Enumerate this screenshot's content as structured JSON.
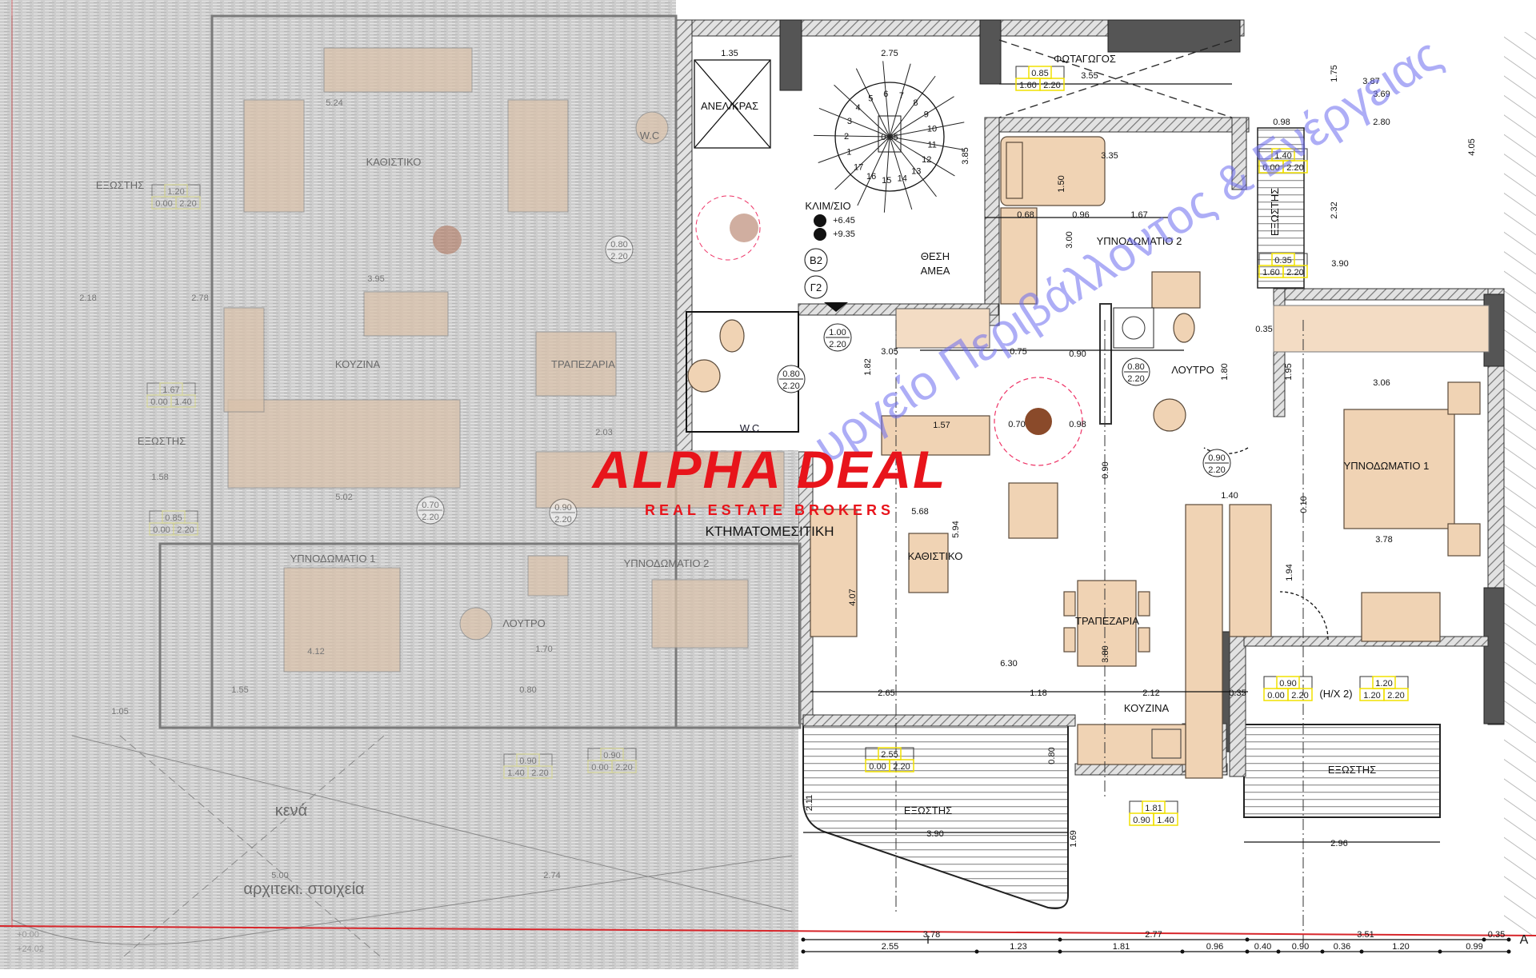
{
  "logo": {
    "name": "ALPHA DEAL",
    "tagline": "REAL ESTATE BROKERS",
    "subtitle": "ΚΤΗΜΑΤΟΜΕΣΙΤΙΚΗ",
    "color": "#e8141b"
  },
  "watermark": {
    "text": "υργείο Περιβάλλοντος & Ενέργειας",
    "color": "#6b6bf0"
  },
  "rooms_left": {
    "living": "ΚΑΘΙΣΤΙΚΟ",
    "kitchen": "ΚΟΥΖΙΝΑ",
    "dining": "ΤΡΑΠΕΖΑΡΙΑ",
    "balcony_top": "ΕΞΩΣΤΗΣ",
    "balcony": "ΕΞΩΣΤΗΣ",
    "bedroom1": "ΥΠΝΟΔΩΜΑΤΙΟ 1",
    "bedroom2": "ΥΠΝΟΔΩΜΑΤΙΟ 2",
    "bath": "ΛΟΥΤΡΟ",
    "wc": "W.C",
    "void": "κενά",
    "arch": "αρχιτεκι. στοιχεία"
  },
  "rooms_right": {
    "lift": "ΑΝΕΛ/ΚΡΑΣ",
    "wc": "W.C",
    "stair": "ΚΛΙΜ/ΣΙΟ",
    "accessible_1": "ΘΕΣΗ",
    "accessible_2": "ΑΜΕΑ",
    "lightwell": "ΦΩΤΑΓΩΓΟΣ",
    "bedroom2": "ΥΠΝΟΔΩΜΑΤΙΟ 2",
    "bath": "ΛΟΥΤΡΟ",
    "bedroom1": "ΥΠΝΟΔΩΜΑΤΙΟ 1",
    "living": "ΚΑΘΙΣΤΙΚΟ",
    "dining": "ΤΡΑΠΕΖΑΡΙΑ",
    "kitchen": "ΚΟΥΖΙΝΑ",
    "balcony_left": "ΕΞΩΣΤΗΣ",
    "balcony_right": "ΕΞΩΣΤΗΣ",
    "balcony_side": "ΕΞΩΣΤΗΣ",
    "hx": "(Η/Χ 2)"
  },
  "levels": {
    "stair_level_1": "+6.45",
    "stair_level_2": "+9.35",
    "marker_b": "B2",
    "marker_g": "Γ2",
    "base_1": "+0.00",
    "base_2": "+24.02",
    "axis": "A"
  },
  "stair_steps": [
    "1",
    "2",
    "3",
    "4",
    "5",
    "6",
    "7",
    "8",
    "9",
    "10",
    "11",
    "12",
    "13",
    "14",
    "15",
    "16",
    "17"
  ],
  "stair_core": "0.35",
  "openings": [
    {
      "width": "0.85",
      "sill": "1.60",
      "height": "2.20"
    },
    {
      "width": "1.40",
      "sill": "0.00",
      "height": "2.20"
    },
    {
      "width": "0.35",
      "sill": "1.60",
      "height": "2.20"
    },
    {
      "width": "0.90",
      "sill": "0.00",
      "height": "2.20"
    },
    {
      "width": "1.20",
      "sill": "1.20",
      "height": "2.20"
    },
    {
      "width": "2.55",
      "sill": "0.00",
      "height": "2.20"
    },
    {
      "width": "1.81",
      "sill": "0.90",
      "height": "1.40"
    },
    {
      "width": "1.20",
      "sill": "0.00",
      "height": "2.20"
    },
    {
      "width": "1.67",
      "sill": "0.00",
      "height": "1.40"
    },
    {
      "width": "0.85",
      "sill": "0.00",
      "height": "2.20"
    },
    {
      "width": "0.90",
      "sill": "1.40",
      "height": "2.20"
    },
    {
      "width": "0.90",
      "sill": "0.00",
      "height": "2.20"
    }
  ],
  "doors": [
    {
      "width": "1.00",
      "height": "2.20"
    },
    {
      "width": "0.80",
      "height": "2.20"
    },
    {
      "width": "0.80",
      "height": "2.20"
    },
    {
      "width": "0.90",
      "height": "2.20"
    },
    {
      "width": "0.80",
      "height": "2.20"
    },
    {
      "width": "0.70",
      "height": "2.20"
    },
    {
      "width": "0.90",
      "height": "2.20"
    }
  ],
  "dimensions": {
    "interior": [
      "1.35",
      "2.75",
      "3.55",
      "3.35",
      "3.87",
      "3.69",
      "0.98",
      "2.80",
      "4.05",
      "1.75",
      "2.32",
      "3.90",
      "0.68",
      "0.96",
      "1.67",
      "3.06",
      "1.95",
      "1.80",
      "3.05",
      "0.75",
      "0.90",
      "0.35",
      "1.57",
      "0.70",
      "0.98",
      "5.68",
      "5.94",
      "4.07",
      "1.82",
      "1.40",
      "3.78",
      "0.10",
      "0.90",
      "3.80",
      "6.30",
      "2.65",
      "1.18",
      "2.12",
      "0.35",
      "3.90",
      "2.96",
      "2.11",
      "1.69",
      "0.80",
      "1.94",
      "1.50",
      "3.00",
      "3.85"
    ],
    "interior_left": [
      "5.24",
      "3.95",
      "2.18",
      "2.78",
      "2.03",
      "5.02",
      "1.58",
      "1.70",
      "0.80",
      "1.55",
      "4.12",
      "1.05",
      "5.00",
      "2.74"
    ],
    "bottom_row_1": [
      "3.78",
      "2.77",
      "3.51",
      "0.35"
    ],
    "bottom_row_2": [
      "2.55",
      "1.23",
      "1.81",
      "0.96",
      "0.40",
      "0.90",
      "0.36",
      "1.20",
      "0.99"
    ]
  }
}
